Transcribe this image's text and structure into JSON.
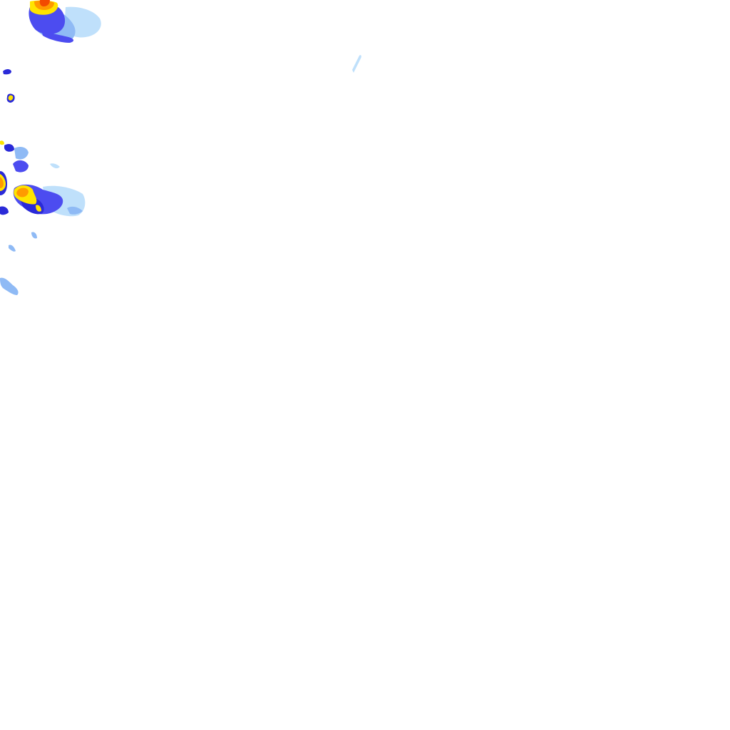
{
  "map": {
    "kind": "weather-radar-precipitation-tile",
    "background_color": "#ffffff",
    "intensity_palette": {
      "trace": "#bfe0fb",
      "light": "#8fbaf5",
      "moderate": "#4c4cf0",
      "heavy": "#2a2ad8",
      "intense": "#ffe400",
      "severe": "#ff9a00",
      "extreme": "#f24a00"
    },
    "cells": [
      {
        "name": "cell-north-complex",
        "peak_intensity": "extreme"
      },
      {
        "name": "cell-small-blue-top",
        "peak_intensity": "heavy"
      },
      {
        "name": "cell-isolated-yellow",
        "peak_intensity": "intense"
      },
      {
        "name": "cell-central-complex",
        "peak_intensity": "severe"
      },
      {
        "name": "cell-west-edge-yellow",
        "peak_intensity": "severe"
      },
      {
        "name": "cell-scattered-light",
        "peak_intensity": "light"
      },
      {
        "name": "cell-southwest-trace",
        "peak_intensity": "light"
      },
      {
        "name": "cell-far-trace",
        "peak_intensity": "trace"
      }
    ]
  }
}
